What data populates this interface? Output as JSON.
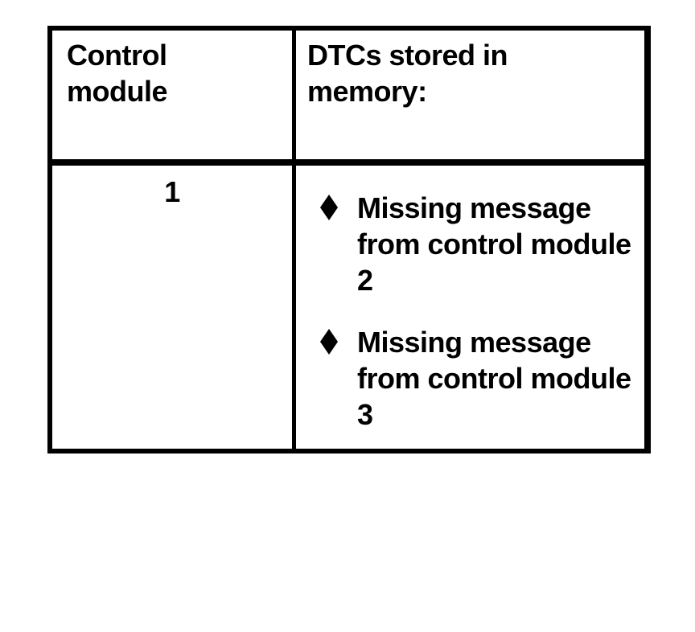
{
  "table": {
    "headers": [
      "Control module",
      "DTCs stored in memory:"
    ],
    "rows": [
      {
        "control_module": "1",
        "dtcs": [
          "Missing message from control module 2",
          "Missing message from control module 3"
        ]
      }
    ]
  },
  "icons": {
    "list_bullet": "diamond-bullet-icon"
  },
  "colors": {
    "ink": "#000000",
    "paper": "#ffffff"
  }
}
